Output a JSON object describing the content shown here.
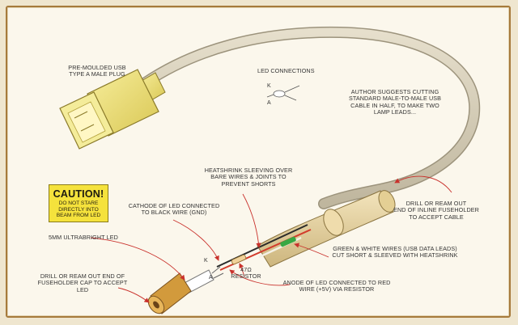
{
  "labels": {
    "usb_plug": "PRE-MOULDED USB\nTYPE A MALE PLUG",
    "led_connections": "LED CONNECTIONS",
    "pin_k": "K",
    "pin_a": "A",
    "author": "AUTHOR SUGGESTS CUTTING\nSTANDARD MALE-TO-MALE USB\nCABLE IN HALF, TO MAKE TWO\nLAMP LEADS...",
    "heatshrink": "HEATSHRINK SLEEVING OVER\nBARE WIRES & JOINTS TO\nPREVENT SHORTS",
    "cathode": "CATHODE OF LED CONNECTED\nTO BLACK WIRE (GND)",
    "drill_cable": "DRILL OR REAM OUT\nEND OF INLINE FUSEHOLDER\nTO ACCEPT CABLE",
    "led_5mm": "5mm ULTRABRIGHT LED",
    "resistor": "47Ω\nRESISTOR",
    "green_white": "GREEN & WHITE WIRES (USB DATA LEADS)\nCUT SHORT & SLEEVED WITH HEATSHRINK",
    "drill_cap": "DRILL OR REAM OUT END OF\nFUSEHOLDER CAP TO ACCEPT LED",
    "anode": "ANODE OF LED CONNECTED TO RED\nWIRE (+5V) VIA RESISTOR",
    "caution_title": "CAUTION!",
    "caution_text": "DO NOT STARE\nDIRECTLY INTO\nBEAM FROM LED"
  },
  "colors": {
    "background": "#fbf7ec",
    "frame": "#a67a3c",
    "cable": "#d3cbb6",
    "plug_body": "#efe27a",
    "plug_metal": "#f4ec9a",
    "fuseholder": "#e8d5a3",
    "arrow": "#c9312c",
    "caution_bg": "#f5e23c",
    "wire_red": "#d23c2c",
    "wire_green": "#37a843",
    "wire_white": "#f4f1e6",
    "wire_black": "#2a2a2a",
    "led_cap": "#d29a3c"
  }
}
